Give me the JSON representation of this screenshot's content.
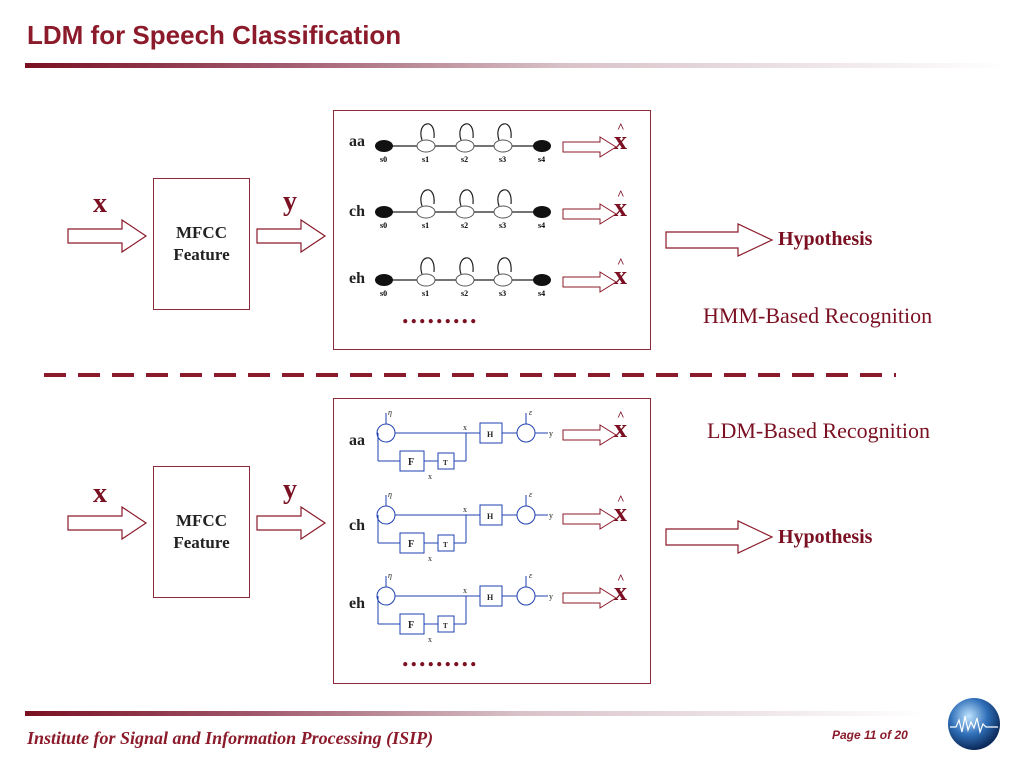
{
  "slide": {
    "title": "LDM for Speech Classification"
  },
  "hmm": {
    "input_label": "x",
    "feature_line1": "MFCC",
    "feature_line2": "Feature",
    "output_label": "y",
    "models": [
      {
        "label": "aa",
        "states": [
          "s0",
          "s1",
          "s2",
          "s3",
          "s4"
        ]
      },
      {
        "label": "ch",
        "states": [
          "s0",
          "s1",
          "s2",
          "s3",
          "s4"
        ]
      },
      {
        "label": "eh",
        "states": [
          "s0",
          "s1",
          "s2",
          "s3",
          "s4"
        ]
      }
    ],
    "estimate_label": "x",
    "hat_symbol": "^",
    "ellipsis": ".........",
    "hypothesis": "Hypothesis",
    "caption": "HMM-Based Recognition"
  },
  "ldm": {
    "input_label": "x",
    "feature_line1": "MFCC",
    "feature_line2": "Feature",
    "output_label": "y",
    "models": [
      {
        "label": "aa"
      },
      {
        "label": "ch"
      },
      {
        "label": "eh"
      }
    ],
    "block": {
      "eta": "η",
      "t": "t",
      "x_t": "x",
      "H": "H",
      "F": "F",
      "T": "T",
      "eps": "ε",
      "y_t": "y",
      "x_prev": "x",
      "prev_sub": "t−1"
    },
    "estimate_label": "x",
    "hat_symbol": "^",
    "ellipsis": ".........",
    "hypothesis": "Hypothesis",
    "caption": "LDM-Based Recognition"
  },
  "footer": {
    "institute": "Institute for Signal and Information Processing (ISIP)",
    "page": "Page 11 of 20"
  },
  "colors": {
    "accent": "#8b1a2a",
    "diagram_blue": "#1f3fb0"
  }
}
